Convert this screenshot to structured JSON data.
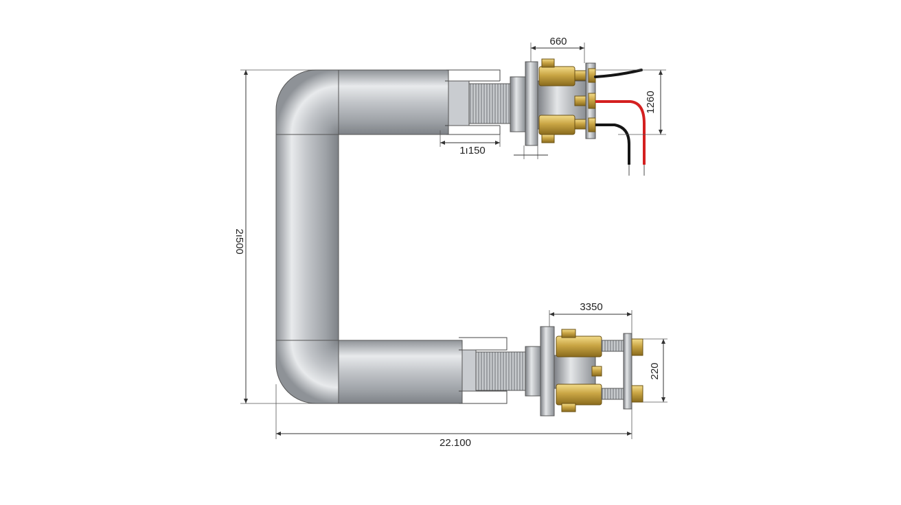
{
  "dimensions": {
    "top_flange_width": "660",
    "top_terminal_height": "1260",
    "top_thread_length": "1ı150",
    "overall_height": "2ı500",
    "bottom_assembly_width": "3350",
    "bottom_terminal_height": "220",
    "overall_width": "22.100"
  },
  "colors": {
    "tube": "#b9bcc0",
    "brass": "#c9a544",
    "wire_red": "#d42020",
    "wire_black": "#151515",
    "line": "#333333"
  }
}
